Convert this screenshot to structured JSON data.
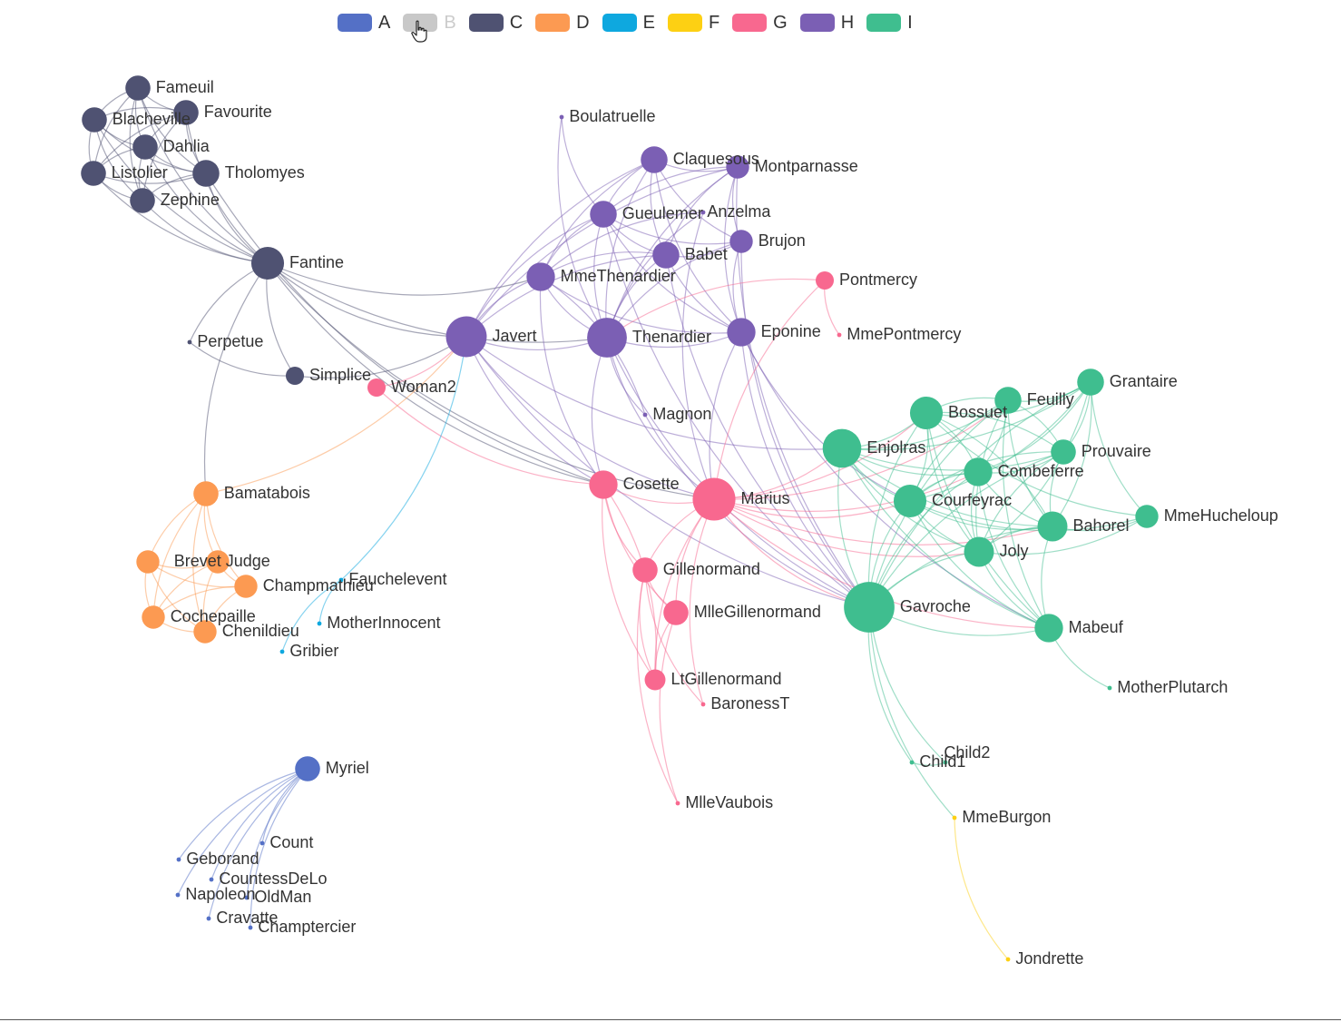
{
  "colors": {
    "A": "#5470c6",
    "B": "#c8c8c8",
    "C": "#4f5272",
    "D": "#fc9a52",
    "E": "#0ea8df",
    "F": "#fdd013",
    "G": "#f8688f",
    "H": "#7b5fb4",
    "I": "#3fbe8f"
  },
  "legend": [
    {
      "key": "A",
      "label": "A",
      "active": true
    },
    {
      "key": "B",
      "label": "B",
      "active": false
    },
    {
      "key": "C",
      "label": "C",
      "active": true
    },
    {
      "key": "D",
      "label": "D",
      "active": true
    },
    {
      "key": "E",
      "label": "E",
      "active": true
    },
    {
      "key": "F",
      "label": "F",
      "active": true
    },
    {
      "key": "G",
      "label": "G",
      "active": true
    },
    {
      "key": "H",
      "label": "H",
      "active": true
    },
    {
      "key": "I",
      "label": "I",
      "active": true
    }
  ],
  "cursor_icon": "hand-pointer-icon",
  "nodes": [
    {
      "name": "Myriel",
      "cat": "A",
      "v": 5
    },
    {
      "name": "Geborand",
      "cat": "A",
      "v": 1
    },
    {
      "name": "Count",
      "cat": "A",
      "v": 1
    },
    {
      "name": "CountessDeLo",
      "cat": "A",
      "v": 1
    },
    {
      "name": "Napoleon",
      "cat": "A",
      "v": 1
    },
    {
      "name": "OldMan",
      "cat": "A",
      "v": 1
    },
    {
      "name": "Cravatte",
      "cat": "A",
      "v": 1
    },
    {
      "name": "Champtercier",
      "cat": "A",
      "v": 1
    },
    {
      "name": "Fameuil",
      "cat": "C",
      "v": 5
    },
    {
      "name": "Favourite",
      "cat": "C",
      "v": 5
    },
    {
      "name": "Blacheville",
      "cat": "C",
      "v": 5
    },
    {
      "name": "Dahlia",
      "cat": "C",
      "v": 5
    },
    {
      "name": "Listolier",
      "cat": "C",
      "v": 5
    },
    {
      "name": "Tholomyes",
      "cat": "C",
      "v": 6
    },
    {
      "name": "Zephine",
      "cat": "C",
      "v": 5
    },
    {
      "name": "Fantine",
      "cat": "C",
      "v": 10
    },
    {
      "name": "Perpetue",
      "cat": "C",
      "v": 1
    },
    {
      "name": "Simplice",
      "cat": "C",
      "v": 2
    },
    {
      "name": "Bamatabois",
      "cat": "D",
      "v": 5
    },
    {
      "name": "Brevet",
      "cat": "D",
      "v": 4
    },
    {
      "name": "Judge",
      "cat": "D",
      "v": 4
    },
    {
      "name": "Champmathieu",
      "cat": "D",
      "v": 4
    },
    {
      "name": "Cochepaille",
      "cat": "D",
      "v": 4
    },
    {
      "name": "Chenildieu",
      "cat": "D",
      "v": 4
    },
    {
      "name": "Fauchelevent",
      "cat": "E",
      "v": 1
    },
    {
      "name": "MotherInnocent",
      "cat": "E",
      "v": 1
    },
    {
      "name": "Gribier",
      "cat": "E",
      "v": 1
    },
    {
      "name": "MmeBurgon",
      "cat": "F",
      "v": 1
    },
    {
      "name": "Jondrette",
      "cat": "F",
      "v": 1
    },
    {
      "name": "Woman2",
      "cat": "G",
      "v": 2
    },
    {
      "name": "Pontmercy",
      "cat": "G",
      "v": 2
    },
    {
      "name": "MmePontmercy",
      "cat": "G",
      "v": 1
    },
    {
      "name": "Cosette",
      "cat": "G",
      "v": 7
    },
    {
      "name": "Marius",
      "cat": "G",
      "v": 19
    },
    {
      "name": "Gillenormand",
      "cat": "G",
      "v": 5
    },
    {
      "name": "MlleGillenormand",
      "cat": "G",
      "v": 5
    },
    {
      "name": "LtGillenormand",
      "cat": "G",
      "v": 3
    },
    {
      "name": "BaronessT",
      "cat": "G",
      "v": 1
    },
    {
      "name": "MlleVaubois",
      "cat": "G",
      "v": 1
    },
    {
      "name": "Boulatruelle",
      "cat": "H",
      "v": 1
    },
    {
      "name": "Claquesous",
      "cat": "H",
      "v": 6
    },
    {
      "name": "Montparnasse",
      "cat": "H",
      "v": 4
    },
    {
      "name": "Gueulemer",
      "cat": "H",
      "v": 6
    },
    {
      "name": "Anzelma",
      "cat": "H",
      "v": 1
    },
    {
      "name": "Babet",
      "cat": "H",
      "v": 6
    },
    {
      "name": "Brujon",
      "cat": "H",
      "v": 4
    },
    {
      "name": "MmeThenardier",
      "cat": "H",
      "v": 7
    },
    {
      "name": "Javert",
      "cat": "H",
      "v": 17
    },
    {
      "name": "Thenardier",
      "cat": "H",
      "v": 16
    },
    {
      "name": "Eponine",
      "cat": "H",
      "v": 7
    },
    {
      "name": "Magnon",
      "cat": "H",
      "v": 1
    },
    {
      "name": "Grantaire",
      "cat": "I",
      "v": 6
    },
    {
      "name": "Feuilly",
      "cat": "I",
      "v": 6
    },
    {
      "name": "Bossuet",
      "cat": "I",
      "v": 10
    },
    {
      "name": "Prouvaire",
      "cat": "I",
      "v": 5
    },
    {
      "name": "Enjolras",
      "cat": "I",
      "v": 15
    },
    {
      "name": "Combeferre",
      "cat": "I",
      "v": 7
    },
    {
      "name": "Courfeyrac",
      "cat": "I",
      "v": 10
    },
    {
      "name": "Bahorel",
      "cat": "I",
      "v": 8
    },
    {
      "name": "MmeHucheloup",
      "cat": "I",
      "v": 4
    },
    {
      "name": "Joly",
      "cat": "I",
      "v": 8
    },
    {
      "name": "Gavroche",
      "cat": "I",
      "v": 28
    },
    {
      "name": "Mabeuf",
      "cat": "I",
      "v": 7
    },
    {
      "name": "MotherPlutarch",
      "cat": "I",
      "v": 1
    },
    {
      "name": "Child1",
      "cat": "I",
      "v": 1
    },
    {
      "name": "Child2",
      "cat": "I",
      "v": 1
    }
  ],
  "links": [
    [
      "Fameuil",
      "Favourite"
    ],
    [
      "Fameuil",
      "Blacheville"
    ],
    [
      "Fameuil",
      "Dahlia"
    ],
    [
      "Fameuil",
      "Listolier"
    ],
    [
      "Fameuil",
      "Tholomyes"
    ],
    [
      "Fameuil",
      "Zephine"
    ],
    [
      "Fameuil",
      "Fantine"
    ],
    [
      "Favourite",
      "Blacheville"
    ],
    [
      "Favourite",
      "Dahlia"
    ],
    [
      "Favourite",
      "Listolier"
    ],
    [
      "Favourite",
      "Tholomyes"
    ],
    [
      "Favourite",
      "Zephine"
    ],
    [
      "Favourite",
      "Fantine"
    ],
    [
      "Blacheville",
      "Dahlia"
    ],
    [
      "Blacheville",
      "Listolier"
    ],
    [
      "Blacheville",
      "Tholomyes"
    ],
    [
      "Blacheville",
      "Zephine"
    ],
    [
      "Blacheville",
      "Fantine"
    ],
    [
      "Dahlia",
      "Listolier"
    ],
    [
      "Dahlia",
      "Tholomyes"
    ],
    [
      "Dahlia",
      "Zephine"
    ],
    [
      "Dahlia",
      "Fantine"
    ],
    [
      "Listolier",
      "Tholomyes"
    ],
    [
      "Listolier",
      "Zephine"
    ],
    [
      "Listolier",
      "Fantine"
    ],
    [
      "Tholomyes",
      "Zephine"
    ],
    [
      "Tholomyes",
      "Fantine"
    ],
    [
      "Zephine",
      "Fantine"
    ],
    [
      "Fantine",
      "Perpetue"
    ],
    [
      "Fantine",
      "Simplice"
    ],
    [
      "Perpetue",
      "Simplice"
    ],
    [
      "Fantine",
      "Javert"
    ],
    [
      "Fantine",
      "Thenardier"
    ],
    [
      "Fantine",
      "MmeThenardier"
    ],
    [
      "Fantine",
      "Marius"
    ],
    [
      "Fantine",
      "Cosette"
    ],
    [
      "Fantine",
      "Bamatabois"
    ],
    [
      "Tholomyes",
      "Cosette"
    ],
    [
      "Simplice",
      "Javert"
    ],
    [
      "Woman2",
      "Javert"
    ],
    [
      "Woman2",
      "Cosette"
    ],
    [
      "Bamatabois",
      "Brevet"
    ],
    [
      "Bamatabois",
      "Judge"
    ],
    [
      "Bamatabois",
      "Champmathieu"
    ],
    [
      "Bamatabois",
      "Cochepaille"
    ],
    [
      "Bamatabois",
      "Chenildieu"
    ],
    [
      "Bamatabois",
      "Javert"
    ],
    [
      "Brevet",
      "Judge"
    ],
    [
      "Brevet",
      "Champmathieu"
    ],
    [
      "Brevet",
      "Cochepaille"
    ],
    [
      "Brevet",
      "Chenildieu"
    ],
    [
      "Judge",
      "Champmathieu"
    ],
    [
      "Judge",
      "Cochepaille"
    ],
    [
      "Judge",
      "Chenildieu"
    ],
    [
      "Champmathieu",
      "Cochepaille"
    ],
    [
      "Champmathieu",
      "Chenildieu"
    ],
    [
      "Cochepaille",
      "Chenildieu"
    ],
    [
      "Fauchelevent",
      "Javert"
    ],
    [
      "Fauchelevent",
      "MotherInnocent"
    ],
    [
      "Fauchelevent",
      "Gribier"
    ],
    [
      "Myriel",
      "Geborand"
    ],
    [
      "Myriel",
      "Count"
    ],
    [
      "Myriel",
      "CountessDeLo"
    ],
    [
      "Myriel",
      "Napoleon"
    ],
    [
      "Myriel",
      "OldMan"
    ],
    [
      "Myriel",
      "Cravatte"
    ],
    [
      "Myriel",
      "Champtercier"
    ],
    [
      "Boulatruelle",
      "Gueulemer"
    ],
    [
      "Boulatruelle",
      "Thenardier"
    ],
    [
      "Claquesous",
      "Gueulemer"
    ],
    [
      "Claquesous",
      "Babet"
    ],
    [
      "Claquesous",
      "Montparnasse"
    ],
    [
      "Claquesous",
      "Brujon"
    ],
    [
      "Claquesous",
      "Thenardier"
    ],
    [
      "Claquesous",
      "Javert"
    ],
    [
      "Claquesous",
      "Eponine"
    ],
    [
      "Claquesous",
      "MmeThenardier"
    ],
    [
      "Montparnasse",
      "Gueulemer"
    ],
    [
      "Montparnasse",
      "Babet"
    ],
    [
      "Montparnasse",
      "Brujon"
    ],
    [
      "Montparnasse",
      "Thenardier"
    ],
    [
      "Montparnasse",
      "Javert"
    ],
    [
      "Montparnasse",
      "Eponine"
    ],
    [
      "Montparnasse",
      "Gavroche"
    ],
    [
      "Gueulemer",
      "Babet"
    ],
    [
      "Gueulemer",
      "Brujon"
    ],
    [
      "Gueulemer",
      "Thenardier"
    ],
    [
      "Gueulemer",
      "Javert"
    ],
    [
      "Gueulemer",
      "MmeThenardier"
    ],
    [
      "Gueulemer",
      "Eponine"
    ],
    [
      "Gueulemer",
      "Gavroche"
    ],
    [
      "Babet",
      "Brujon"
    ],
    [
      "Babet",
      "Thenardier"
    ],
    [
      "Babet",
      "Javert"
    ],
    [
      "Babet",
      "MmeThenardier"
    ],
    [
      "Babet",
      "Eponine"
    ],
    [
      "Babet",
      "Gavroche"
    ],
    [
      "Brujon",
      "Thenardier"
    ],
    [
      "Brujon",
      "Eponine"
    ],
    [
      "Brujon",
      "Gavroche"
    ],
    [
      "Anzelma",
      "MmeThenardier"
    ],
    [
      "Anzelma",
      "Thenardier"
    ],
    [
      "Anzelma",
      "Marius"
    ],
    [
      "MmeThenardier",
      "Thenardier"
    ],
    [
      "MmeThenardier",
      "Javert"
    ],
    [
      "MmeThenardier",
      "Cosette"
    ],
    [
      "MmeThenardier",
      "Eponine"
    ],
    [
      "Javert",
      "Thenardier"
    ],
    [
      "Javert",
      "Marius"
    ],
    [
      "Javert",
      "Cosette"
    ],
    [
      "Javert",
      "Enjolras"
    ],
    [
      "Javert",
      "Gavroche"
    ],
    [
      "Thenardier",
      "Cosette"
    ],
    [
      "Thenardier",
      "Marius"
    ],
    [
      "Thenardier",
      "Eponine"
    ],
    [
      "Thenardier",
      "Gavroche"
    ],
    [
      "Thenardier",
      "Magnon"
    ],
    [
      "Eponine",
      "Marius"
    ],
    [
      "Eponine",
      "Mabeuf"
    ],
    [
      "Eponine",
      "Courfeyrac"
    ],
    [
      "Eponine",
      "Gavroche"
    ],
    [
      "Magnon",
      "MmeThenardier"
    ],
    [
      "Magnon",
      "Gavroche"
    ],
    [
      "Pontmercy",
      "Thenardier"
    ],
    [
      "Pontmercy",
      "Marius"
    ],
    [
      "Pontmercy",
      "MmePontmercy"
    ],
    [
      "Cosette",
      "Marius"
    ],
    [
      "Cosette",
      "Gillenormand"
    ],
    [
      "Cosette",
      "MlleGillenormand"
    ],
    [
      "Cosette",
      "LtGillenormand"
    ],
    [
      "Marius",
      "Gillenormand"
    ],
    [
      "Marius",
      "MlleGillenormand"
    ],
    [
      "Marius",
      "LtGillenormand"
    ],
    [
      "Marius",
      "BaronessT"
    ],
    [
      "Marius",
      "Enjolras"
    ],
    [
      "Marius",
      "Combeferre"
    ],
    [
      "Marius",
      "Courfeyrac"
    ],
    [
      "Marius",
      "Bahorel"
    ],
    [
      "Marius",
      "Joly"
    ],
    [
      "Marius",
      "Bossuet"
    ],
    [
      "Marius",
      "Feuilly"
    ],
    [
      "Marius",
      "Gavroche"
    ],
    [
      "Marius",
      "Mabeuf"
    ],
    [
      "Gillenormand",
      "MlleGillenormand"
    ],
    [
      "Gillenormand",
      "LtGillenormand"
    ],
    [
      "Gillenormand",
      "BaronessT"
    ],
    [
      "Gillenormand",
      "MlleVaubois"
    ],
    [
      "MlleGillenormand",
      "LtGillenormand"
    ],
    [
      "MlleGillenormand",
      "MlleVaubois"
    ],
    [
      "LtGillenormand",
      "Cosette"
    ],
    [
      "Enjolras",
      "Combeferre"
    ],
    [
      "Enjolras",
      "Prouvaire"
    ],
    [
      "Enjolras",
      "Feuilly"
    ],
    [
      "Enjolras",
      "Courfeyrac"
    ],
    [
      "Enjolras",
      "Bahorel"
    ],
    [
      "Enjolras",
      "Bossuet"
    ],
    [
      "Enjolras",
      "Joly"
    ],
    [
      "Enjolras",
      "Grantaire"
    ],
    [
      "Enjolras",
      "Gavroche"
    ],
    [
      "Enjolras",
      "Mabeuf"
    ],
    [
      "Combeferre",
      "Prouvaire"
    ],
    [
      "Combeferre",
      "Feuilly"
    ],
    [
      "Combeferre",
      "Courfeyrac"
    ],
    [
      "Combeferre",
      "Bahorel"
    ],
    [
      "Combeferre",
      "Bossuet"
    ],
    [
      "Combeferre",
      "Joly"
    ],
    [
      "Combeferre",
      "Grantaire"
    ],
    [
      "Combeferre",
      "Gavroche"
    ],
    [
      "Combeferre",
      "Mabeuf"
    ],
    [
      "Prouvaire",
      "Feuilly"
    ],
    [
      "Prouvaire",
      "Courfeyrac"
    ],
    [
      "Prouvaire",
      "Bahorel"
    ],
    [
      "Prouvaire",
      "Bossuet"
    ],
    [
      "Prouvaire",
      "Joly"
    ],
    [
      "Prouvaire",
      "Grantaire"
    ],
    [
      "Prouvaire",
      "Gavroche"
    ],
    [
      "Feuilly",
      "Courfeyrac"
    ],
    [
      "Feuilly",
      "Bahorel"
    ],
    [
      "Feuilly",
      "Bossuet"
    ],
    [
      "Feuilly",
      "Joly"
    ],
    [
      "Feuilly",
      "Grantaire"
    ],
    [
      "Feuilly",
      "Gavroche"
    ],
    [
      "Feuilly",
      "Mabeuf"
    ],
    [
      "Courfeyrac",
      "Bahorel"
    ],
    [
      "Courfeyrac",
      "Bossuet"
    ],
    [
      "Courfeyrac",
      "Joly"
    ],
    [
      "Courfeyrac",
      "Grantaire"
    ],
    [
      "Courfeyrac",
      "Gavroche"
    ],
    [
      "Courfeyrac",
      "Mabeuf"
    ],
    [
      "Courfeyrac",
      "MmeHucheloup"
    ],
    [
      "Bahorel",
      "Bossuet"
    ],
    [
      "Bahorel",
      "Joly"
    ],
    [
      "Bahorel",
      "Grantaire"
    ],
    [
      "Bahorel",
      "Gavroche"
    ],
    [
      "Bahorel",
      "Mabeuf"
    ],
    [
      "Bahorel",
      "MmeHucheloup"
    ],
    [
      "Bossuet",
      "Joly"
    ],
    [
      "Bossuet",
      "Grantaire"
    ],
    [
      "Bossuet",
      "Gavroche"
    ],
    [
      "Bossuet",
      "Mabeuf"
    ],
    [
      "Bossuet",
      "MmeHucheloup"
    ],
    [
      "Joly",
      "Grantaire"
    ],
    [
      "Joly",
      "Gavroche"
    ],
    [
      "Joly",
      "Mabeuf"
    ],
    [
      "Joly",
      "MmeHucheloup"
    ],
    [
      "Grantaire",
      "Gavroche"
    ],
    [
      "Grantaire",
      "MmeHucheloup"
    ],
    [
      "Gavroche",
      "Mabeuf"
    ],
    [
      "Gavroche",
      "Child1"
    ],
    [
      "Gavroche",
      "Child2"
    ],
    [
      "Gavroche",
      "MmeBurgon"
    ],
    [
      "Mabeuf",
      "MotherPlutarch"
    ],
    [
      "Child1",
      "Child2"
    ],
    [
      "MmeBurgon",
      "Jondrette"
    ]
  ]
}
